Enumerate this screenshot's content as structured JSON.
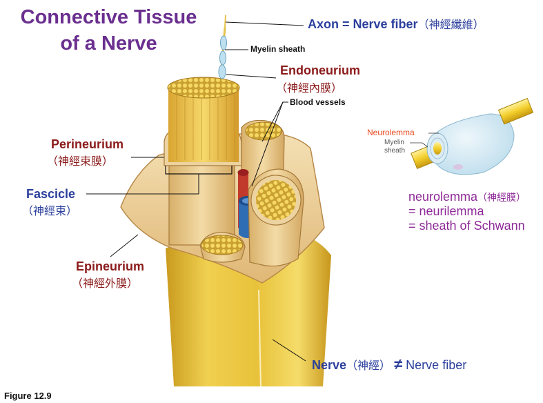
{
  "title": {
    "line1": "Connective Tissue",
    "line2": "of a Nerve"
  },
  "labels": {
    "axon": "Axon = Nerve fiber",
    "axon_cn": "（神經纖維）",
    "myelin_sheath": "Myelin sheath",
    "endoneurium": "Endoneurium",
    "endoneurium_cn": "（神經內膜）",
    "blood_vessels": "Blood vessels",
    "perineurium": "Perineurium",
    "perineurium_cn": "（神經束膜）",
    "fascicle": "Fascicle",
    "fascicle_cn": "（神經束）",
    "epineurium": "Epineurium",
    "epineurium_cn": "（神經外膜）",
    "nerve": "Nerve",
    "nerve_cn": "（神經）",
    "not_equal": "≠",
    "nerve_fiber": "Nerve fiber"
  },
  "inset": {
    "neurolemma": "Neurolemma",
    "myelin_line1": "Myelin",
    "myelin_line2": "sheath"
  },
  "definitions": {
    "neurolemma": "neurolemma",
    "neurolemma_cn": "（神經膜）",
    "neurilemma": "= neurilemma",
    "schwann": "= sheath of Schwann"
  },
  "figure_caption": "Figure 12.9",
  "colors": {
    "title": "#6a2f8f",
    "fascicle_label": "#2b3f9c",
    "membrane_label": "#8b1a1a",
    "inset_neurolemma": "#e8491d",
    "definition": "#8e2a98",
    "nerve_yellow": "#e8c23a",
    "artery": "#c0392b",
    "vein": "#2e6db4"
  }
}
